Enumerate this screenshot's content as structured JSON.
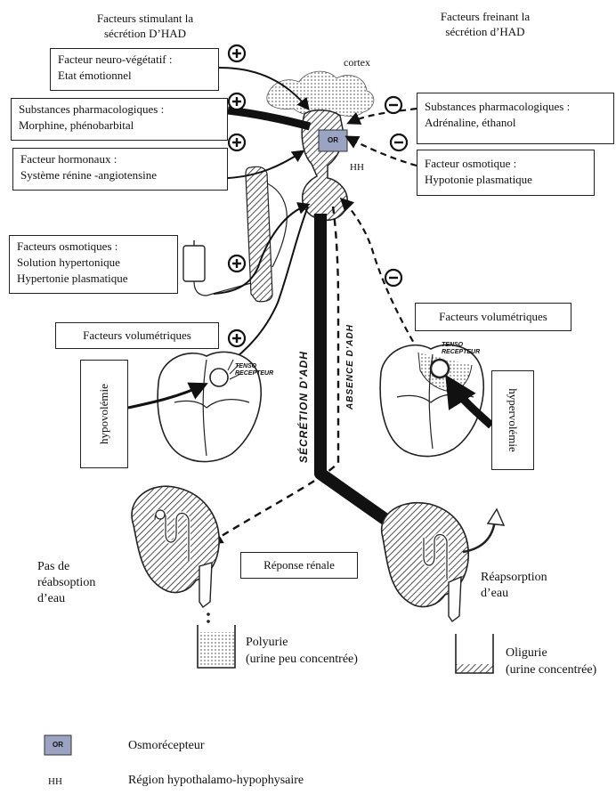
{
  "headers": {
    "stimulating": [
      "Facteurs stimulant la",
      "sécrétion D’HAD"
    ],
    "inhibiting": [
      "Facteurs freinant la",
      "sécrétion  d’HAD"
    ]
  },
  "labels": {
    "cortex": "cortex",
    "or_chip": "OR",
    "hh": "HH",
    "tenso_left": [
      "TENSO",
      "RECEPTEUR"
    ],
    "tenso_right": [
      "TENSO",
      "RECEPTEUR"
    ],
    "secretion_adh": "SÉCRÉTION  D'ADH",
    "absence_adh": "ABSENCE  D'ADH",
    "hypovolemie": "hypovolémie",
    "hypervolemie": "hypervolémie"
  },
  "stimulating_boxes": {
    "neuro": [
      "Facteur neuro-végétatif :",
      "Etat émotionnel"
    ],
    "pharmaco": [
      "Substances pharmacologiques :",
      "Morphine, phénobarbital"
    ],
    "hormonal": [
      "Facteur hormonaux :",
      "Système rénine -angiotensine"
    ],
    "osmotic": [
      "Facteurs osmotiques :",
      "Solution hypertonique",
      "Hypertonie plasmatique"
    ],
    "volumetric": [
      "Facteurs volumétriques"
    ]
  },
  "inhibiting_boxes": {
    "pharmaco": [
      "Substances pharmacologiques :",
      "Adrénaline, éthanol"
    ],
    "osmotic": [
      "Facteur osmotique :",
      "Hypotonie plasmatique"
    ],
    "volumetric": [
      "Facteurs volumétriques"
    ]
  },
  "renal": {
    "response": "Réponse rénale",
    "no_reabsorption": [
      "Pas de",
      "réabsoption",
      "d’eau"
    ],
    "reabsorption": [
      "Réapsorption",
      "d’eau"
    ],
    "polyuria": [
      "Polyurie",
      "(urine peu concentrée)"
    ],
    "oliguria": [
      "Oligurie",
      "(urine concentrée)"
    ]
  },
  "legend": [
    {
      "symbol": "OR",
      "text": "Osmorécepteur"
    },
    {
      "symbol": "HH",
      "text": "Région hypothalamo-hypophysaire"
    }
  ],
  "signs": {
    "plus": "+",
    "minus": "−"
  },
  "colors": {
    "osmoreceptor_fill": "#9aa3c2",
    "hatch": "#222222",
    "background": "#ffffff"
  }
}
